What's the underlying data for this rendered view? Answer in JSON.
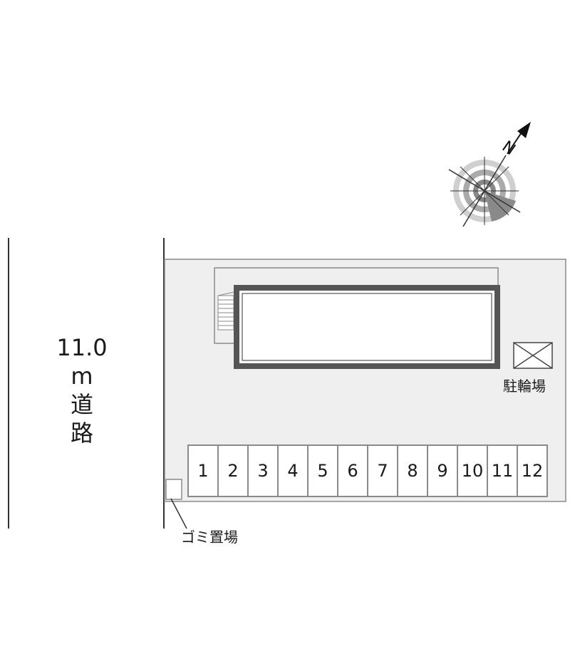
{
  "road": {
    "width_value": "11.0",
    "width_unit": "m",
    "name_chars": [
      "道",
      "路"
    ]
  },
  "compass": {
    "north_label": "N"
  },
  "bicycle_parking": {
    "label": "駐輪場"
  },
  "trash_area": {
    "label": "ゴミ置場"
  },
  "parking_spaces": [
    "1",
    "2",
    "3",
    "4",
    "5",
    "6",
    "7",
    "8",
    "9",
    "10",
    "11",
    "12"
  ],
  "colors": {
    "lot": "#efefef",
    "building_border": "#555555",
    "line": "#8a8a8a",
    "text": "#1a1a1a"
  }
}
